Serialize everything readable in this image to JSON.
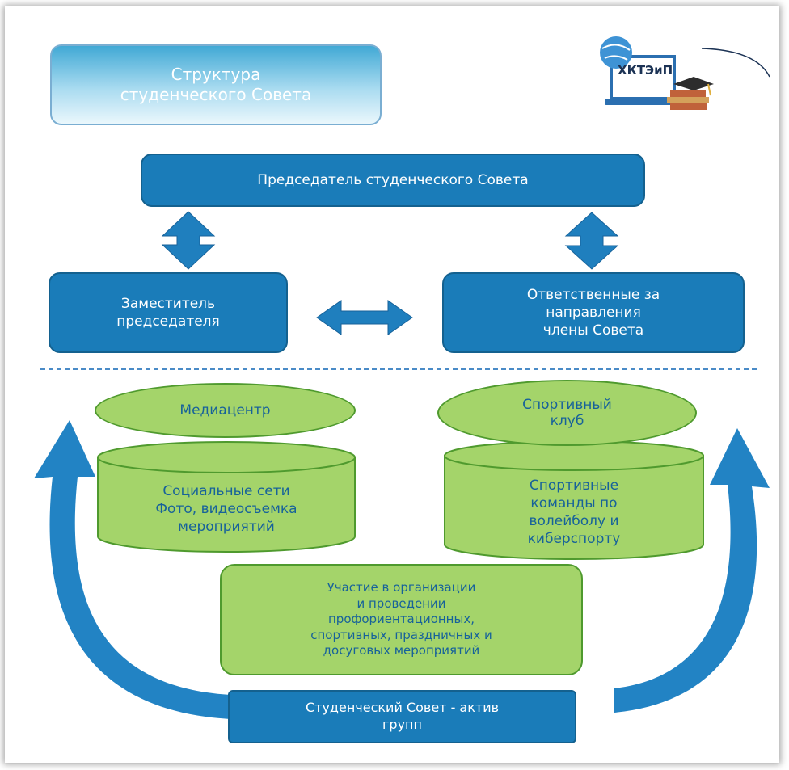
{
  "title": "Структура\nстуденческого Совета",
  "logo": {
    "text": "ХКТЭиП"
  },
  "chairman": "Председатель студенческого Совета",
  "deputy": "Заместитель\nпредседателя",
  "responsible": "Ответственные за\nнаправления\nчлены Совета",
  "media_center": {
    "name": "Медиацентр",
    "activities": "Социальные сети\nФото, видеосъемка\nмероприятий"
  },
  "sports_club": {
    "name": "Спортивный\nклуб",
    "activities": "Спортивные\nкоманды по\nволейболу и\nкиберспорту"
  },
  "participation": "Участие в организации\nи проведении\nпрофориентационных,\nспортивных, праздничных и\nдосуговых мероприятий",
  "group_council": "Студенческий Совет - актив\nгрупп",
  "colors": {
    "blue_box": "#1a7cb9",
    "green_fill": "#a4d46a",
    "green_border": "#4f9a2e",
    "green_text": "#17629a",
    "arrow_blue": "#1f7fbe"
  }
}
